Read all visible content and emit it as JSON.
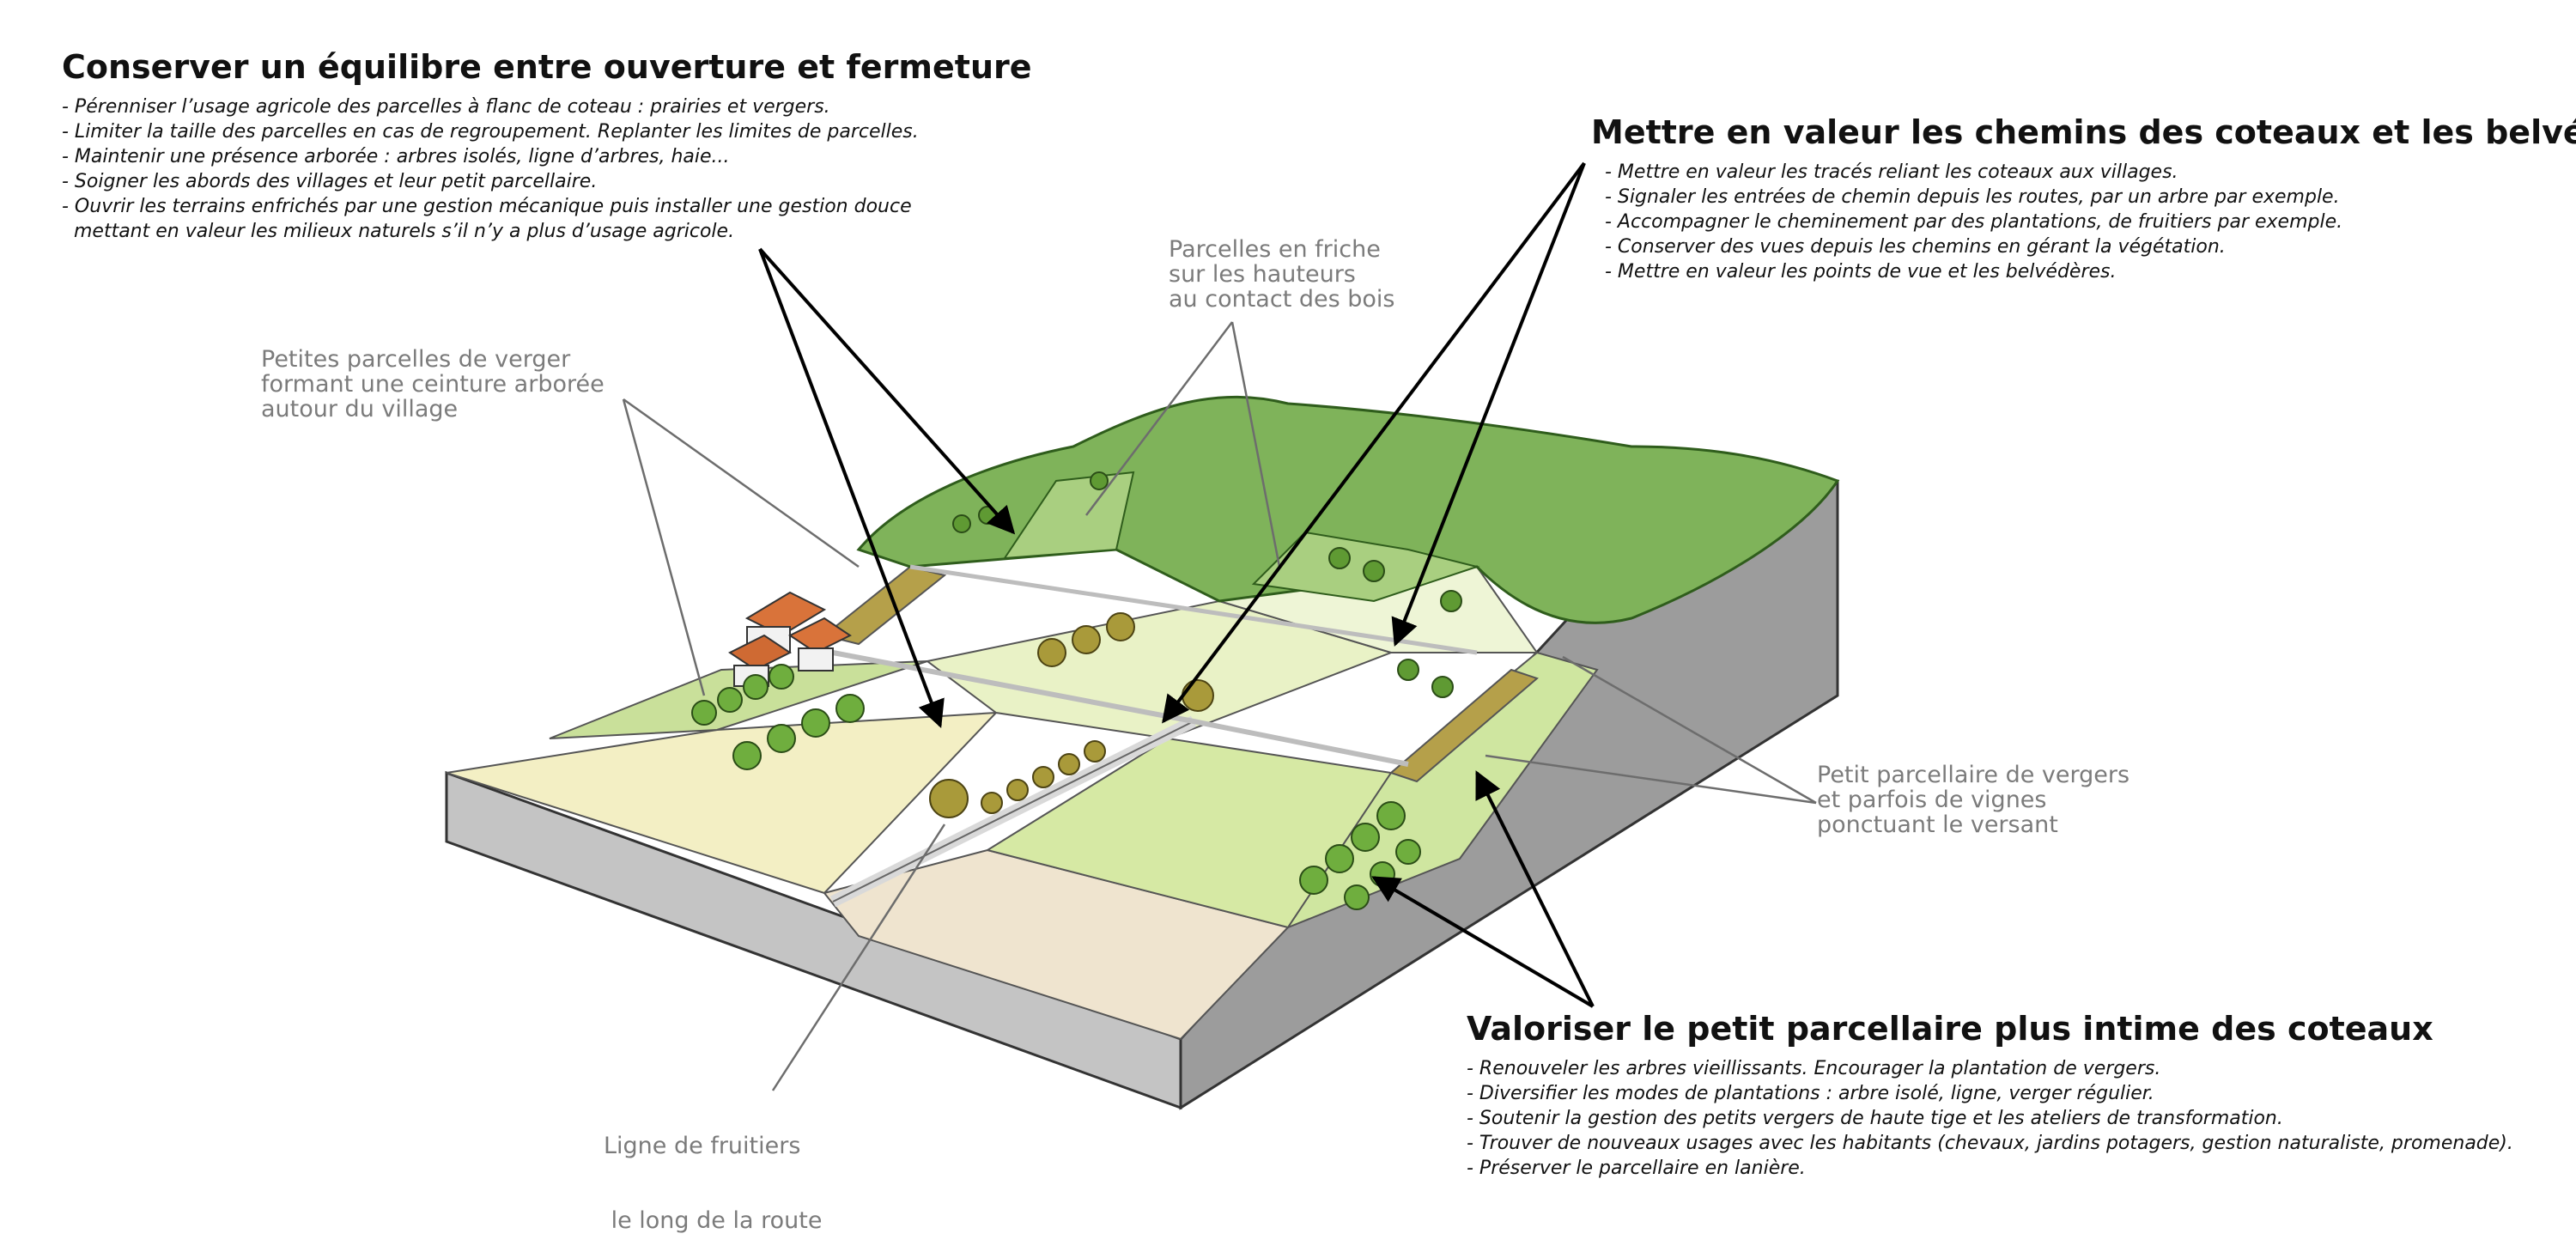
{
  "blocks": {
    "b1": {
      "title": "Conserver un équilibre entre ouverture et fermeture",
      "points": [
        "- Pérenniser l’usage agricole des parcelles à flanc de coteau : prairies et vergers.",
        "- Limiter la taille des parcelles en cas de regroupement. Replanter les limites de parcelles.",
        "- Maintenir une présence arborée : arbres isolés, ligne d’arbres, haie...",
        "- Soigner les abords des villages et leur petit parcellaire.",
        "- Ouvrir les terrains enfrichés par une gestion mécanique puis installer une gestion douce",
        "  mettant en valeur les milieux naturels s’il n’y a plus d’usage agricole."
      ]
    },
    "b2": {
      "title": "Mettre en valeur les chemins des coteaux et les belvédères",
      "points": [
        "- Mettre en valeur les tracés reliant les coteaux aux villages.",
        "- Signaler les entrées de chemin depuis les routes, par un arbre par exemple.",
        "- Accompagner le cheminement par des plantations, de fruitiers par exemple.",
        "- Conserver des vues depuis les chemins en gérant la végétation.",
        "- Mettre en valeur les points de vue et les belvédères."
      ]
    },
    "b3": {
      "title": "Valoriser le petit parcellaire plus intime des coteaux",
      "points": [
        "- Renouveler les arbres vieillissants. Encourager la plantation de vergers.",
        "- Diversifier les modes de plantations : arbre isolé, ligne, verger régulier.",
        "- Soutenir la gestion des petits vergers de haute tige et les ateliers de transformation.",
        "- Trouver de nouveaux usages avec les habitants (chevaux, jardins potagers, gestion naturaliste, promenade).",
        "- Préserver le parcellaire en lanière."
      ]
    }
  },
  "labels": {
    "verger": [
      "Petites parcelles de verger",
      "formant une ceinture arborée",
      "autour du village"
    ],
    "friche": [
      "Parcelles en friche",
      "sur les hauteurs",
      "au contact des bois"
    ],
    "vignes": [
      "Petit parcellaire de vergers",
      "et parfois de vignes",
      "ponctuant le versant"
    ],
    "fruitiers": [
      "Ligne de fruitiers",
      " le long de la route"
    ]
  },
  "colors": {
    "forest": "#7fb35a",
    "cream_field": "#f3efc4",
    "pale_field": "#e9f2c6",
    "light_green_field": "#d6e9a4",
    "beige_field": "#efe4cf",
    "slope_gray": "#9c9c9c",
    "label_gray": "#7b7b7b"
  }
}
